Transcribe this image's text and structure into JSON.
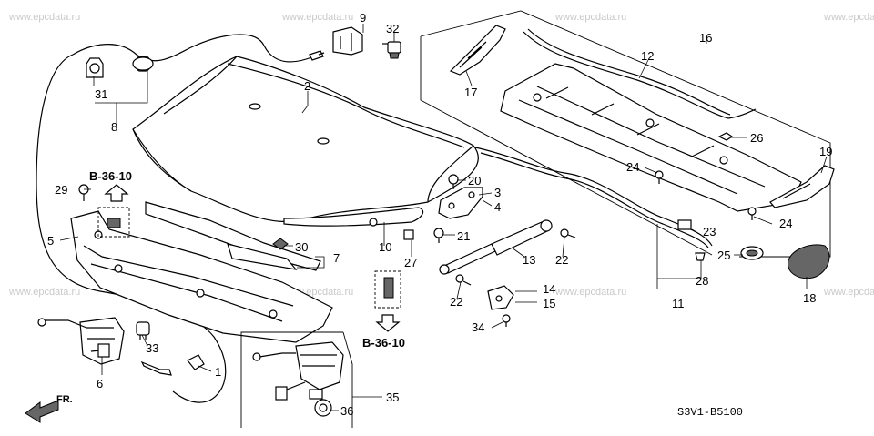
{
  "watermark": "www.epcdata.ru",
  "diagram_code": "S3V1-B5100",
  "direction_label": "FR.",
  "ref_label": "B-36-10",
  "callouts": {
    "c1": "1",
    "c2": "2",
    "c3": "3",
    "c4": "4",
    "c5": "5",
    "c6": "6",
    "c7": "7",
    "c8": "8",
    "c9": "9",
    "c10": "10",
    "c11": "11",
    "c12": "12",
    "c13": "13",
    "c14": "14",
    "c15": "15",
    "c16": "16",
    "c17": "17",
    "c18": "18",
    "c19": "19",
    "c20": "20",
    "c21": "21",
    "c22": "22",
    "c23": "23",
    "c24": "24",
    "c25": "25",
    "c26": "26",
    "c27": "27",
    "c28": "28",
    "c29": "29",
    "c30": "30",
    "c31": "31",
    "c32": "32",
    "c33": "33",
    "c34": "34",
    "c35": "35",
    "c36": "36"
  }
}
